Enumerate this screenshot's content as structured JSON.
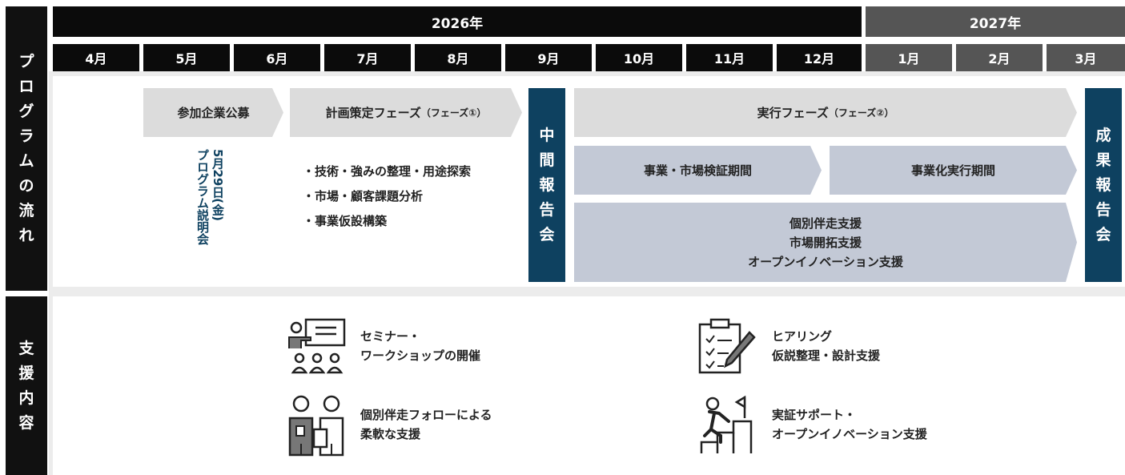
{
  "sidebar": {
    "program_flow": [
      "プ",
      "ロ",
      "グ",
      "ラ",
      "ム",
      "の",
      "流",
      "れ"
    ],
    "support": [
      "支",
      "援",
      "内",
      "容"
    ]
  },
  "years": {
    "y2026": "2026年",
    "y2027": "2027年"
  },
  "months": [
    "4月",
    "5月",
    "6月",
    "7月",
    "8月",
    "9月",
    "10月",
    "11月",
    "12月",
    "1月",
    "2月",
    "3月"
  ],
  "phases": {
    "recruit": "参加企業公募",
    "planning_main": "計画策定フェーズ",
    "planning_sub": "（フェーズ①）",
    "execution_main": "実行フェーズ",
    "execution_sub": "（フェーズ②）",
    "verification": "事業・市場検証期間",
    "commercialization": "事業化実行期間",
    "support_lines": [
      "個別伴走支援",
      "市場開拓支援",
      "オープンイノベーション支援"
    ]
  },
  "milestones": {
    "midterm": [
      "中",
      "間",
      "報",
      "告",
      "会"
    ],
    "final": [
      "成",
      "果",
      "報",
      "告",
      "会"
    ]
  },
  "briefing": {
    "col1": "5月29日(金)",
    "col2": "プログラム説明会"
  },
  "planning_bullets": [
    "・技術・強みの整理・用途探索",
    "・市場・顧客課題分析",
    "・事業仮設構築"
  ],
  "support_items": [
    {
      "icon": "seminar-icon",
      "line1": "セミナー・",
      "line2": "ワークショップの開催"
    },
    {
      "icon": "clipboard-icon",
      "line1": "ヒアリング",
      "line2": "仮説整理・設計支援"
    },
    {
      "icon": "mentor-icon",
      "line1": "個別伴走フォローによる",
      "line2": "柔軟な支援"
    },
    {
      "icon": "climb-icon",
      "line1": "実証サポート・",
      "line2": "オープンイノベーション支援"
    }
  ],
  "colors": {
    "navy": "#0e4160",
    "black": "#0b0b0b",
    "grey_header": "#555555",
    "phase_light": "#dcdcdc",
    "phase_blue": "#c3c9d6"
  }
}
